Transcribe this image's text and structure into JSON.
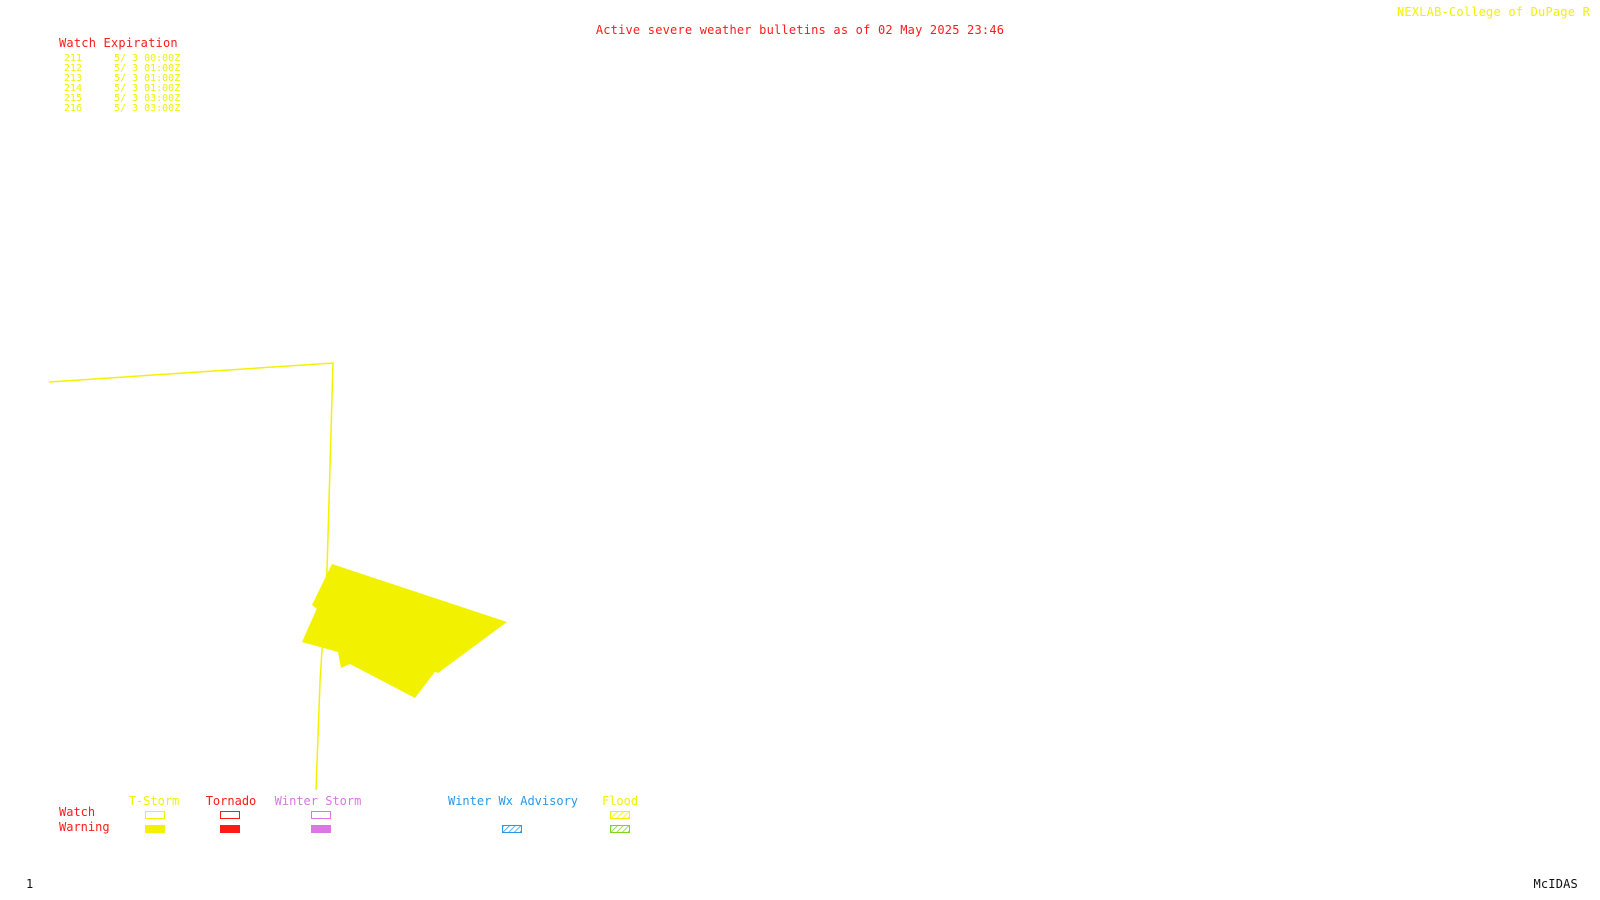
{
  "header": {
    "credit": "NEXLAB-College of DuPage R",
    "title": "Active severe weather bulletins as of 02 May 2025 23:46"
  },
  "watch_list": {
    "heading": "Watch Expiration",
    "rows": [
      {
        "number": "211",
        "expires": "5/ 3 00:00Z"
      },
      {
        "number": "212",
        "expires": "5/ 3 01:00Z"
      },
      {
        "number": "213",
        "expires": "5/ 3 01:00Z"
      },
      {
        "number": "214",
        "expires": "5/ 3 01:00Z"
      },
      {
        "number": "215",
        "expires": "5/ 3 03:00Z"
      },
      {
        "number": "216",
        "expires": "5/ 3 03:00Z"
      }
    ]
  },
  "colors": {
    "tstorm": "#f2f200",
    "tornado": "#ff1a1a",
    "winter_storm": "#d878e0",
    "winter_advisory": "#2c98e6",
    "flood_watch": "#f2f200",
    "flood_warning": "#7fd320",
    "text_red": "#ff1a1a"
  },
  "legend": {
    "row_labels": {
      "watch": "Watch",
      "warning": "Warning"
    },
    "categories": [
      {
        "id": "tstorm",
        "label": "T-Storm",
        "watch_style": "outline",
        "warning_style": "fill"
      },
      {
        "id": "tornado",
        "label": "Tornado",
        "watch_style": "outline",
        "warning_style": "fill"
      },
      {
        "id": "winter_storm",
        "label": "Winter Storm",
        "watch_style": "outline",
        "warning_style": "fill"
      },
      {
        "id": "winter_advisory",
        "label": "Winter Wx Advisory",
        "watch_style": "none",
        "warning_style": "hatch"
      },
      {
        "id": "flood",
        "label": "Flood",
        "watch_style": "hatch",
        "warning_style": "hatch"
      }
    ]
  },
  "footer": {
    "software": "McIDAS",
    "frame": "1"
  }
}
